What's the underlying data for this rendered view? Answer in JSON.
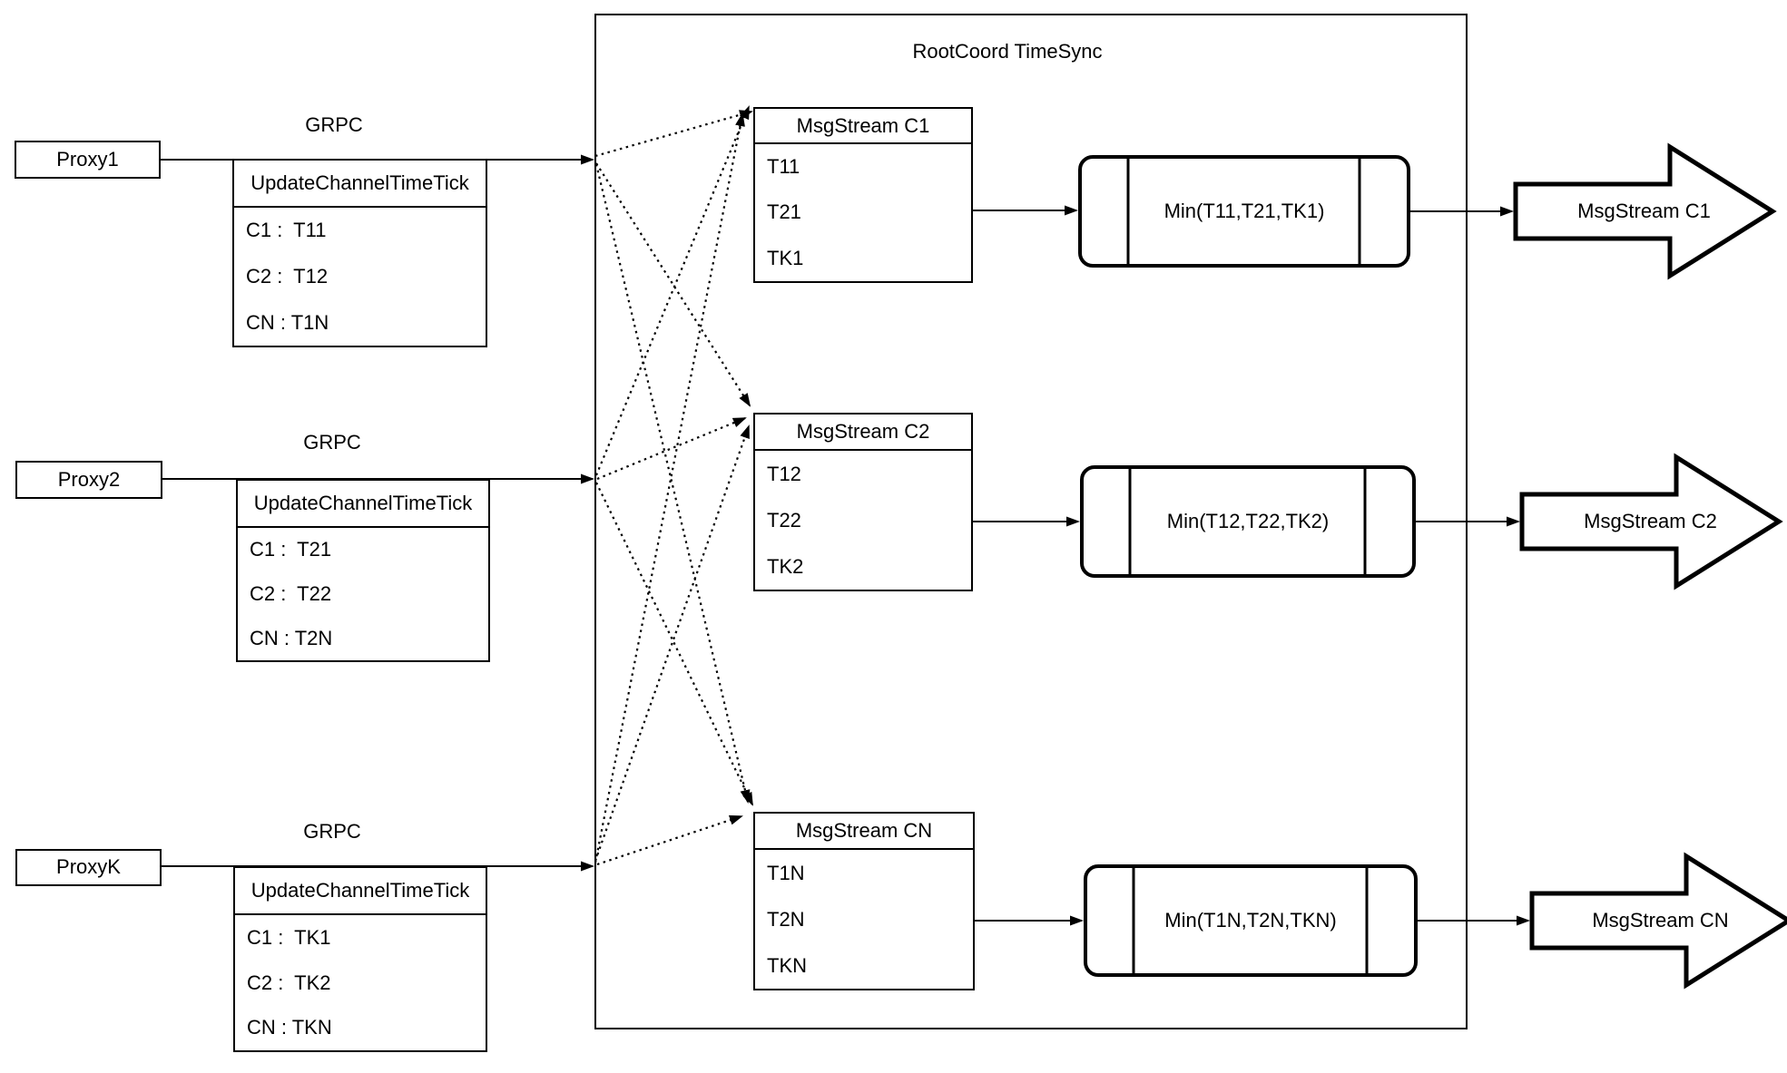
{
  "colors": {
    "stroke": "#000000",
    "background": "#ffffff",
    "text": "#000000"
  },
  "root": {
    "title": "RootCoord TimeSync"
  },
  "proxies": [
    {
      "label": "Proxy1",
      "protocol": "GRPC",
      "message": {
        "header": "UpdateChannelTimeTick",
        "rows": [
          "C1 :  T11",
          "C2 :  T12",
          "CN : T1N"
        ]
      }
    },
    {
      "label": "Proxy2",
      "protocol": "GRPC",
      "message": {
        "header": "UpdateChannelTimeTick",
        "rows": [
          "C1 :  T21",
          "C2 :  T22",
          "CN : T2N"
        ]
      }
    },
    {
      "label": "ProxyK",
      "protocol": "GRPC",
      "message": {
        "header": "UpdateChannelTimeTick",
        "rows": [
          "C1 :  TK1",
          "C2 :  TK2",
          "CN : TKN"
        ]
      }
    }
  ],
  "channels": [
    {
      "stream": {
        "header": "MsgStream C1",
        "rows": [
          "T11",
          "T21",
          "TK1"
        ]
      },
      "min_label": "Min(T11,T21,TK1)",
      "output_label": "MsgStream C1"
    },
    {
      "stream": {
        "header": "MsgStream C2",
        "rows": [
          "T12",
          "T22",
          "TK2"
        ]
      },
      "min_label": "Min(T12,T22,TK2)",
      "output_label": "MsgStream C2"
    },
    {
      "stream": {
        "header": "MsgStream CN",
        "rows": [
          "T1N",
          "T2N",
          "TKN"
        ]
      },
      "min_label": "Min(T1N,T2N,TKN)",
      "output_label": "MsgStream CN"
    }
  ]
}
